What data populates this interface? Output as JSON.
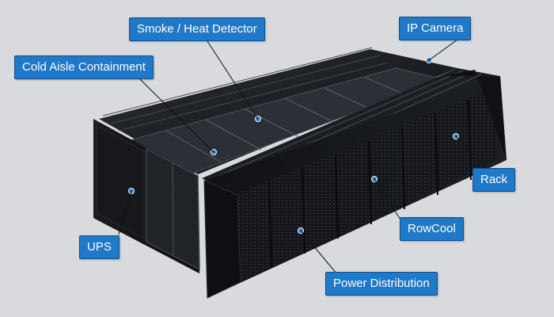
{
  "colors": {
    "background": "#d8dadd",
    "callout_fill": "#1f78c8",
    "callout_text": "#ffffff",
    "leader_line": "#111111",
    "rack_body": "#15171a"
  },
  "labels": {
    "smoke_heat_detector": "Smoke / Heat Detector",
    "ip_camera": "IP Camera",
    "cold_aisle_containment": "Cold Aisle Containment",
    "rack": "Rack",
    "ups": "UPS",
    "rowcool": "RowCool",
    "power_distribution": "Power Distribution"
  }
}
